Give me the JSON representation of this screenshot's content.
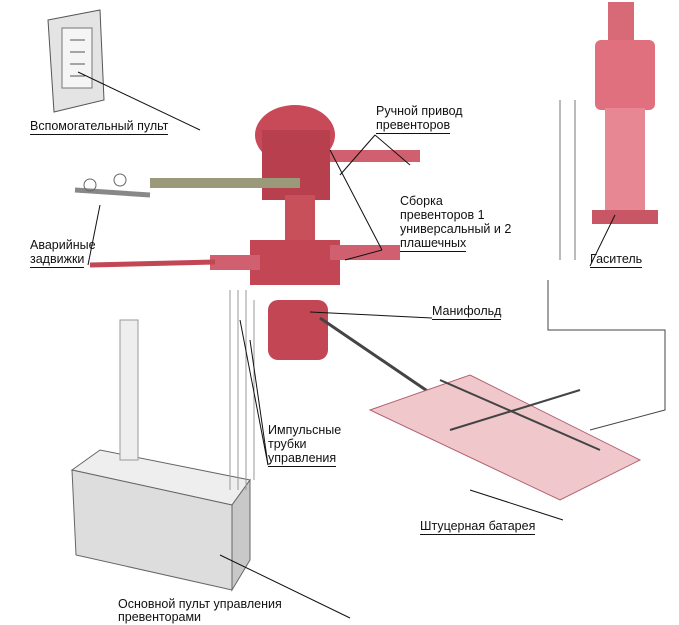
{
  "labels": {
    "aux_panel": "Вспомогательный пульт",
    "manual_drive_1": "Ручной привод",
    "manual_drive_2": "превенторов",
    "bop_stack_1": "Сборка",
    "bop_stack_2": "превенторов 1",
    "bop_stack_3": "универсальный и 2",
    "bop_stack_4": "плашечных",
    "emergency_valves_1": "Аварийные",
    "emergency_valves_2": "задвижки",
    "damper": "Гаситель",
    "manifold": "Манифольд",
    "impulse_tubes_1": "Импульсные",
    "impulse_tubes_2": "трубки",
    "impulse_tubes_3": "управления",
    "choke_battery": "Штуцерная батарея",
    "main_panel_1": "Основной пульт управления",
    "main_panel_2": "превенторами"
  },
  "colors": {
    "equipment": "#c8505a",
    "equipment_light": "#e79aa2",
    "panel": "#d8d8d8",
    "line": "#222222"
  }
}
